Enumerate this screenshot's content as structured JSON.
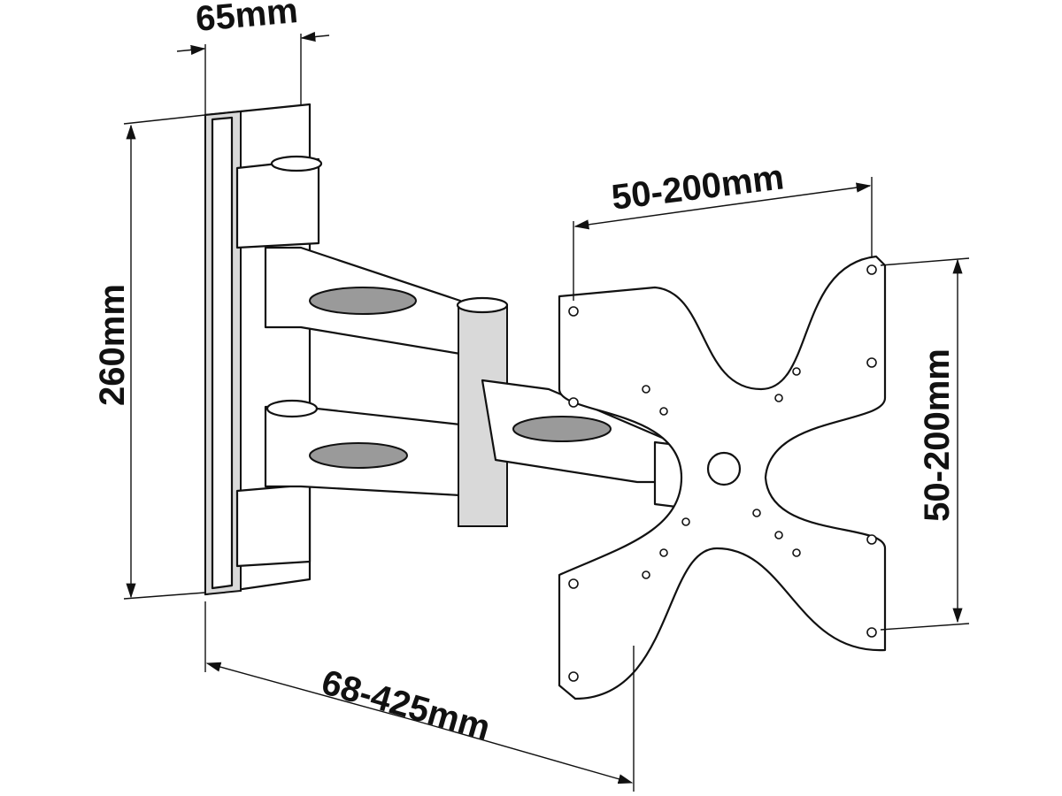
{
  "diagram": {
    "dimensions": {
      "depth_plate": "65mm",
      "wall_plate_height": "260mm",
      "vesa_horizontal": "50-200mm",
      "vesa_vertical": "50-200mm",
      "extension": "68-425mm"
    }
  }
}
